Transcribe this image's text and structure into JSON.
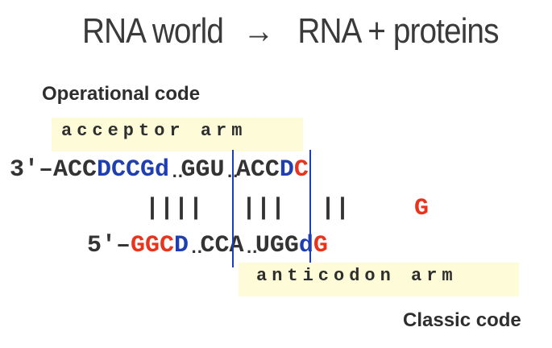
{
  "title": {
    "left": "RNA world",
    "arrow": "→",
    "right": "RNA + proteins"
  },
  "labels": {
    "operational": "Operational code",
    "classic": "Classic code"
  },
  "arms": {
    "acceptor": "acceptor arm",
    "anticodon": "anticodon arm"
  },
  "strand_top": {
    "prefix": "3′–",
    "seg1_black": "ACC",
    "seg1_blue": "DCCG",
    "seg1_d": "d",
    "dots1": "..",
    "seg2": "GGU",
    "dots2": "..",
    "seg3_black": "ACC",
    "seg3_blue": "D",
    "seg3_red": "C"
  },
  "pairs": {
    "group1": "||||",
    "group2": "|||",
    "group3": "||",
    "unpaired": "G"
  },
  "strand_bottom": {
    "prefix": "5′–",
    "seg1_red": "GGC",
    "seg1_blue": "D",
    "dots1": "..",
    "seg2": "CCA",
    "dots2": "..",
    "seg3_black": "UGG",
    "seg3_blue": "d",
    "seg3_red": "G"
  },
  "colors": {
    "blue": "#1f3fb0",
    "red": "#e8341c",
    "highlight": "#fdfbd8"
  }
}
